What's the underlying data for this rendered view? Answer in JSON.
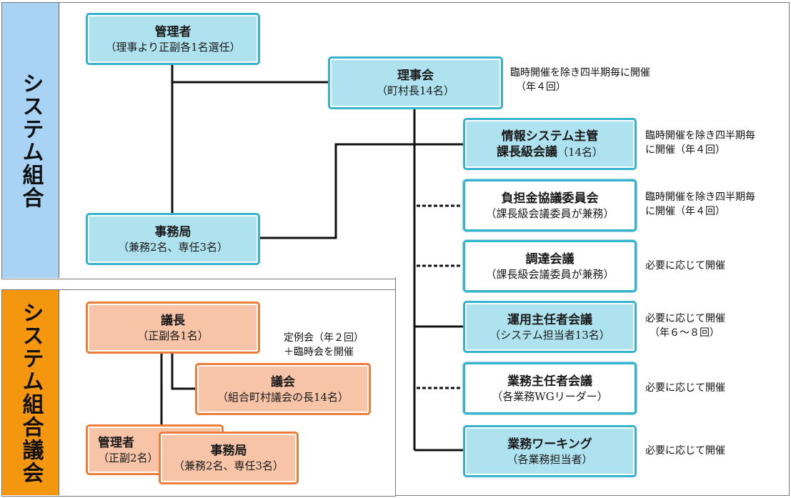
{
  "sections": {
    "system_union": "システム組合",
    "system_union_assembly": "システム組合議会"
  },
  "union": {
    "manager": {
      "title": "管理者",
      "sub": "（理事より正副各1名選任）"
    },
    "board": {
      "title": "理事会",
      "sub": "（町村長14名）",
      "note": [
        "臨時開催を除き四半期毎に開催",
        "（年４回）"
      ]
    },
    "office": {
      "title": "事務局",
      "sub": "（兼務2名、専任3名）"
    },
    "info_meeting": {
      "title1": "情報システム主管",
      "title2": "課長級会議",
      "inline": "（14名）",
      "note": [
        "臨時開催を除き四半期毎",
        "に開催（年４回）"
      ]
    },
    "burden_committee": {
      "title": "負担金協議委員会",
      "sub": "（課長級会議委員が兼務）",
      "note": [
        "臨時開催を除き四半期毎",
        "に開催（年４回）"
      ]
    },
    "procurement": {
      "title": "調達会議",
      "sub": "（課長級会議委員が兼務）",
      "note": [
        "必要に応じて開催"
      ]
    },
    "operations": {
      "title": "運用主任者会議",
      "sub": "（システム担当者13名）",
      "note": [
        "必要に応じて開催",
        "（年６～８回）"
      ]
    },
    "business_leads": {
      "title": "業務主任者会議",
      "sub": "（各業務WGリーダー）",
      "note": [
        "必要に応じて開催"
      ]
    },
    "business_working": {
      "title": "業務ワーキング",
      "sub": "（各業務担当者）",
      "note": [
        "必要に応じて開催"
      ]
    }
  },
  "assembly": {
    "chair": {
      "title": "議長",
      "sub": "（正副各1名）",
      "note": [
        "定例会（年２回）",
        "＋臨時会を開催"
      ]
    },
    "council": {
      "title": "議会",
      "sub": "（組合町村議会の長14名）"
    },
    "manager": {
      "title": "管理者",
      "sub": "（正副2名）"
    },
    "office": {
      "title": "事務局",
      "sub": "（兼務2名、専任3名）"
    }
  },
  "colors": {
    "union_sidebar": "#a9d3f5",
    "assembly_sidebar": "#f5960f",
    "cyan_fill": "#aee2ee",
    "cyan_border": "#35b2cc",
    "orange_fill": "#f7c4a7",
    "orange_border": "#ef7d3a"
  }
}
